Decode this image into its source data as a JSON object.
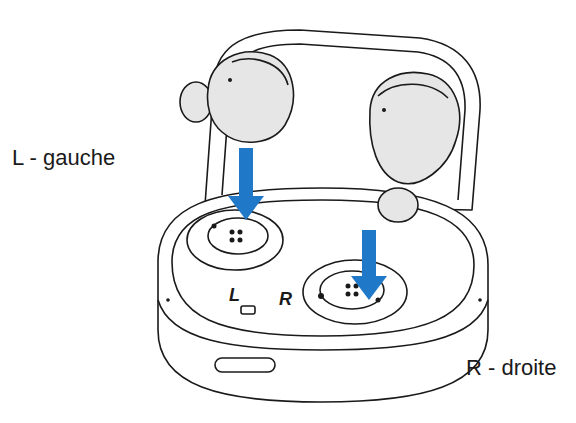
{
  "diagram": {
    "labels": [
      "L - gauche",
      "L",
      "R",
      "R - droite"
    ]
  }
}
